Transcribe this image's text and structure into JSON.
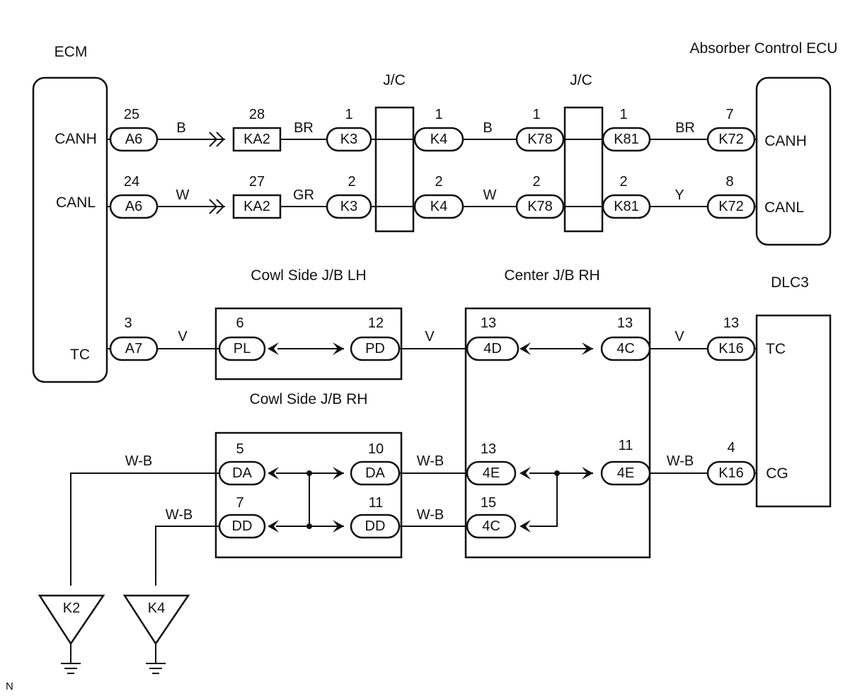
{
  "components": {
    "ecm": "ECM",
    "ecu": "Absorber Control ECU",
    "jc1": "J/C",
    "jc2": "J/C",
    "cowl_lh": "Cowl Side J/B LH",
    "cowl_rh": "Cowl Side J/B RH",
    "center_jb": "Center J/B RH",
    "dlc3": "DLC3"
  },
  "terminals": {
    "ecm_canh": "CANH",
    "ecm_canl": "CANL",
    "ecm_tc": "TC",
    "ecu_canh": "CANH",
    "ecu_canl": "CANL",
    "dlc_tc": "TC",
    "dlc_cg": "CG"
  },
  "connectors": {
    "a6_h": "A6",
    "ka2_h": "KA2",
    "k3_h": "K3",
    "k4_h": "K4",
    "k78_h": "K78",
    "k81_h": "K81",
    "k72_h": "K72",
    "a6_l": "A6",
    "ka2_l": "KA2",
    "k3_l": "K3",
    "k4_l": "K4",
    "k78_l": "K78",
    "k81_l": "K81",
    "k72_l": "K72",
    "a7": "A7",
    "pl": "PL",
    "pd": "PD",
    "c4d": "4D",
    "c4c_v": "4C",
    "k16_tc": "K16",
    "da_l": "DA",
    "da_r": "DA",
    "dd_l": "DD",
    "dd_r": "DD",
    "c4e_l": "4E",
    "c4e_r": "4E",
    "c4c_g": "4C",
    "k16_cg": "K16"
  },
  "pins": {
    "a6_h": "25",
    "ka2_h": "28",
    "k3_h": "1",
    "k4_h": "1",
    "k78_h": "1",
    "k81_h": "1",
    "k72_h": "7",
    "a6_l": "24",
    "ka2_l": "27",
    "k3_l": "2",
    "k4_l": "2",
    "k78_l": "2",
    "k81_l": "2",
    "k72_l": "8",
    "a7": "3",
    "pl": "6",
    "pd": "12",
    "c4d": "13",
    "c4c_v": "13",
    "k16_tc": "13",
    "da_l": "5",
    "da_r": "10",
    "dd_l": "7",
    "dd_r": "11",
    "c4e_l": "13",
    "c4e_r": "11",
    "c4c_g": "15",
    "k16_cg": "4"
  },
  "wire_colors": {
    "h1": "B",
    "h2": "BR",
    "h3": "B",
    "h4": "BR",
    "l1": "W",
    "l2": "GR",
    "l3": "W",
    "l4": "Y",
    "tc1": "V",
    "tc2": "V",
    "tc3": "V",
    "g1": "W-B",
    "g2": "W-B",
    "g3": "W-B",
    "g4": "W-B",
    "g5": "W-B"
  },
  "grounds": {
    "k2": "K2",
    "k4": "K4"
  },
  "corner_mark": "N"
}
